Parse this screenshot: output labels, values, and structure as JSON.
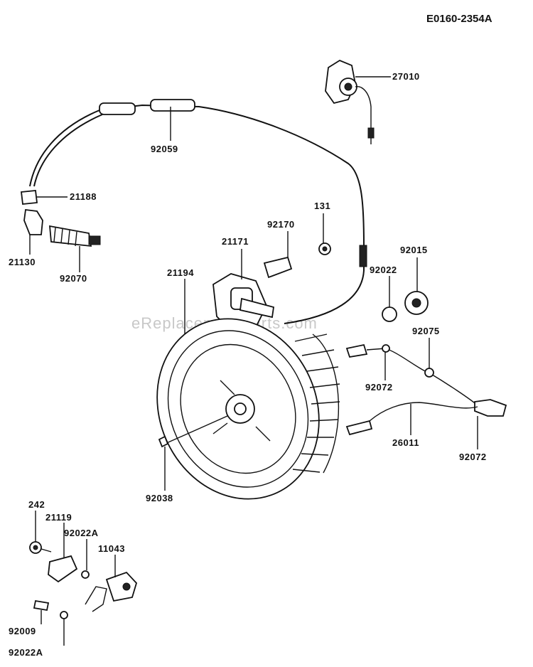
{
  "diagram_code": "E0160-2354A",
  "watermark": "eReplacementParts.com",
  "parts": {
    "p27010": "27010",
    "p92059": "92059",
    "p21188": "21188",
    "p21130": "21130",
    "p92070": "92070",
    "p131": "131",
    "p92170": "92170",
    "p21171": "21171",
    "p92015": "92015",
    "p21194": "21194",
    "p92022": "92022",
    "p92075": "92075",
    "p92072a": "92072",
    "p26011": "26011",
    "p92072b": "92072",
    "p92038": "92038",
    "p242": "242",
    "p21119": "21119",
    "p92022A_a": "92022A",
    "p11043": "11043",
    "p92009": "92009",
    "p92022A_b": "92022A"
  }
}
